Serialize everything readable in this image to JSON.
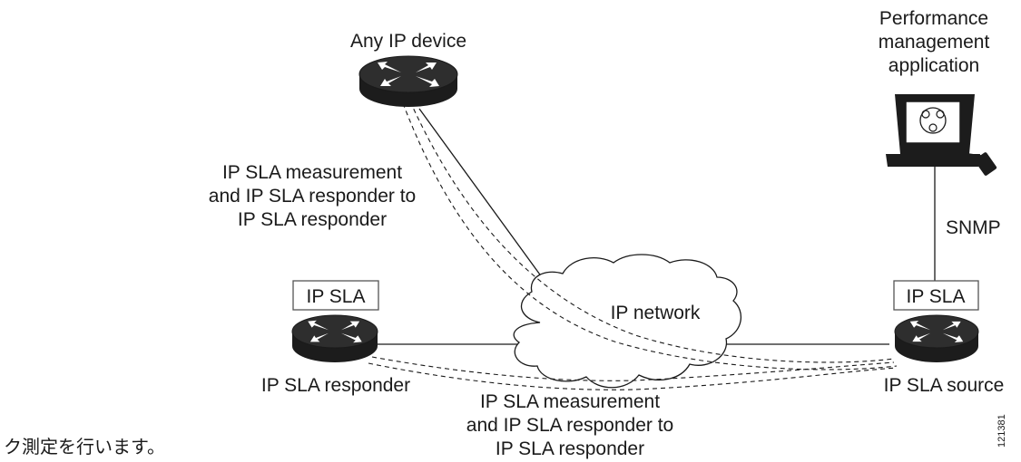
{
  "diagram": {
    "top_device": {
      "label": "Any IP device"
    },
    "perf_app": {
      "label_lines": [
        "Performance",
        "management",
        "application"
      ]
    },
    "responder": {
      "badge": "IP SLA",
      "label": "IP SLA responder"
    },
    "source": {
      "badge": "IP SLA",
      "label": "IP SLA source"
    },
    "cloud": {
      "label": "IP network"
    },
    "snmp": {
      "label": "SNMP"
    },
    "measure_upper": {
      "lines": [
        "IP SLA measurement",
        "and IP SLA responder to",
        "IP SLA responder"
      ]
    },
    "measure_lower": {
      "lines": [
        "IP SLA measurement",
        "and IP SLA responder to",
        "IP SLA responder"
      ]
    },
    "figure_number": "121381"
  },
  "page_text": {
    "caption_fragment": "ク測定を行います。"
  },
  "colors": {
    "ink": "#1a1a1a",
    "router_body": "#1c1c1c",
    "router_top": "#2e2e2e",
    "arrow": "#ffffff"
  }
}
